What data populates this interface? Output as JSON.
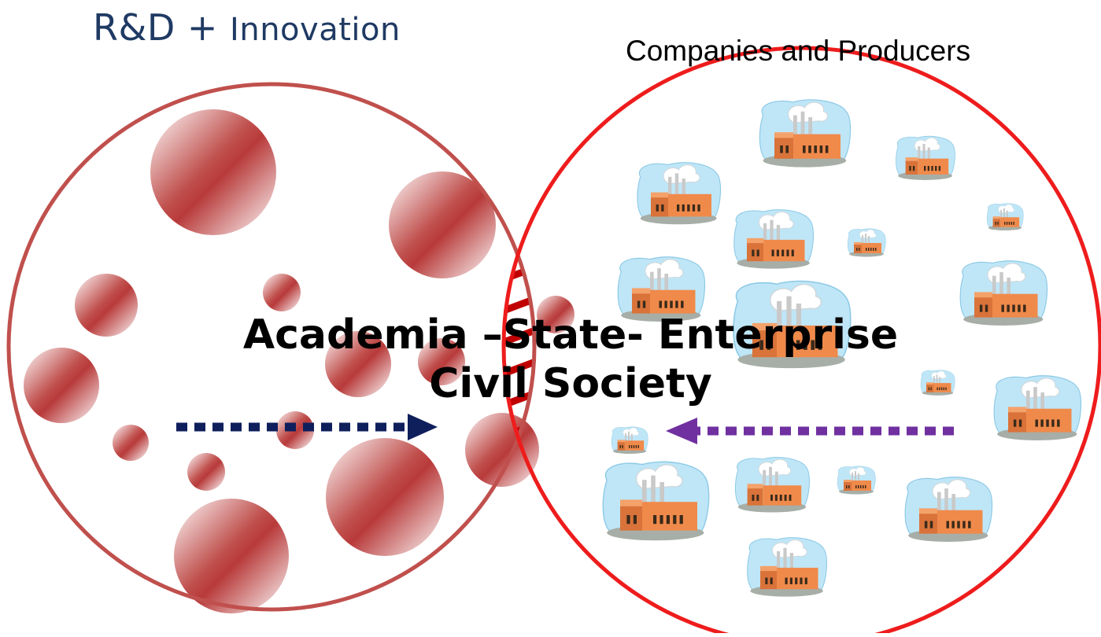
{
  "labels": {
    "rd_main": "R&D + ",
    "rd_sub": "Innovation",
    "companies": "Companies and Producers",
    "center_line1": "Academia –State- Enterprise",
    "center_line2": "Civil Society"
  },
  "colors": {
    "left_circle": "#c0504d",
    "right_circle": "#ee1c1c",
    "bubble": "#b83a3a",
    "hatch": "#c00000",
    "arrow_left_to_right": "#0f1f5c",
    "arrow_right_to_left": "#7030a0",
    "factory_sky": "#bfe6f7",
    "factory_wall": "#f08a4b"
  },
  "icons": {
    "bubble": "sphere-icon",
    "factory": "factory-icon",
    "arrow_right": "arrow-right-icon",
    "arrow_left": "arrow-left-icon"
  }
}
